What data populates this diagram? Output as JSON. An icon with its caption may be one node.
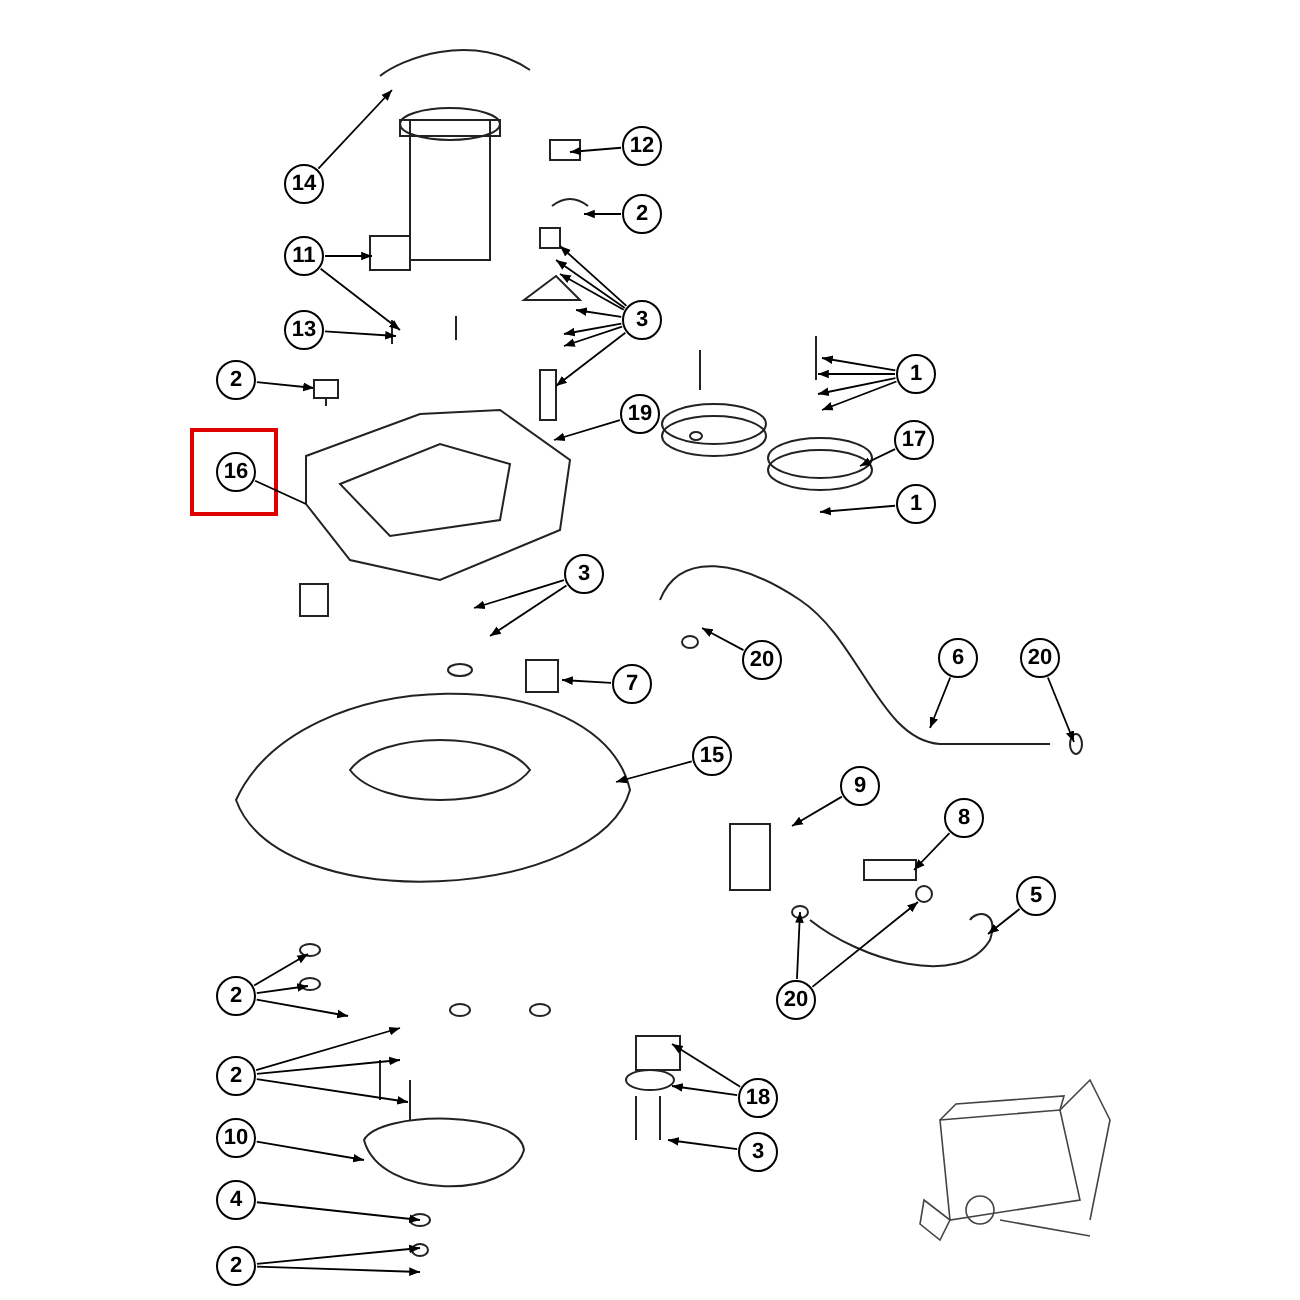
{
  "diagram": {
    "nodes": [
      {
        "text": [
          "14"
        ]
      },
      {
        "text": [
          "12"
        ]
      },
      {
        "text": [
          "2"
        ]
      },
      {
        "text": [
          "11"
        ]
      },
      {
        "text": [
          "13"
        ]
      },
      {
        "text": [
          "3"
        ]
      },
      {
        "text": [
          "1"
        ]
      },
      {
        "text": [
          "2"
        ]
      },
      {
        "text": [
          "19"
        ]
      },
      {
        "text": [
          "17"
        ]
      },
      {
        "text": [
          "16"
        ]
      },
      {
        "text": [
          "1"
        ]
      },
      {
        "text": [
          "3"
        ]
      },
      {
        "text": [
          "7"
        ]
      },
      {
        "text": [
          "20"
        ]
      },
      {
        "text": [
          "6"
        ]
      },
      {
        "text": [
          "20"
        ]
      },
      {
        "text": [
          "15"
        ]
      },
      {
        "text": [
          "9"
        ]
      },
      {
        "text": [
          "8"
        ]
      },
      {
        "text": [
          "5"
        ]
      },
      {
        "text": [
          "2"
        ]
      },
      {
        "text": [
          "20"
        ]
      },
      {
        "text": [
          "2"
        ]
      },
      {
        "text": [
          "18"
        ]
      },
      {
        "text": [
          "10"
        ]
      },
      {
        "text": [
          "3"
        ]
      },
      {
        "text": [
          "4"
        ]
      },
      {
        "text": [
          "2"
        ]
      },
      {
        "text": [],
        "shape": "picture"
      }
    ],
    "edges": [
      {
        "from": 0,
        "to": null,
        "arrow": "to"
      },
      {
        "from": 1,
        "to": null,
        "arrow": "to"
      },
      {
        "from": 2,
        "to": null,
        "arrow": "to"
      },
      {
        "from": 3,
        "to": null,
        "arrow": "to"
      },
      {
        "from": 3,
        "to": null,
        "arrow": "to"
      },
      {
        "from": 4,
        "to": null,
        "arrow": "to"
      },
      {
        "from": 5,
        "to": null,
        "arrow": "to"
      },
      {
        "from": 5,
        "to": null,
        "arrow": "to"
      },
      {
        "from": 5,
        "to": null,
        "arrow": "to"
      },
      {
        "from": 5,
        "to": null,
        "arrow": "to"
      },
      {
        "from": 5,
        "to": null,
        "arrow": "to"
      },
      {
        "from": 5,
        "to": null,
        "arrow": "to"
      },
      {
        "from": 5,
        "to": null,
        "arrow": "to"
      },
      {
        "from": 6,
        "to": null,
        "arrow": "to"
      },
      {
        "from": 6,
        "to": null,
        "arrow": "to"
      },
      {
        "from": 6,
        "to": null,
        "arrow": "to"
      },
      {
        "from": 6,
        "to": null,
        "arrow": "to"
      },
      {
        "from": 7,
        "to": 29,
        "arrow": "to"
      },
      {
        "from": 8,
        "to": null,
        "arrow": "to"
      },
      {
        "from": 9,
        "to": null,
        "arrow": "to"
      },
      {
        "from": 10,
        "to": null,
        "arrow": "none"
      },
      {
        "from": 11,
        "to": null,
        "arrow": "to"
      },
      {
        "from": 12,
        "to": null,
        "arrow": "to"
      },
      {
        "from": 12,
        "to": null,
        "arrow": "to"
      },
      {
        "from": 13,
        "to": null,
        "arrow": "to"
      },
      {
        "from": 14,
        "to": null,
        "arrow": "to"
      },
      {
        "from": 15,
        "to": null,
        "arrow": "to"
      },
      {
        "from": 16,
        "to": null,
        "arrow": "to"
      },
      {
        "from": 17,
        "to": null,
        "arrow": "to"
      },
      {
        "from": 18,
        "to": null,
        "arrow": "to"
      },
      {
        "from": 19,
        "to": null,
        "arrow": "to"
      },
      {
        "from": 20,
        "to": null,
        "arrow": "to"
      },
      {
        "from": 21,
        "to": null,
        "arrow": "to"
      },
      {
        "from": 21,
        "to": null,
        "arrow": "to"
      },
      {
        "from": 21,
        "to": null,
        "arrow": "to"
      },
      {
        "from": 22,
        "to": null,
        "arrow": "to"
      },
      {
        "from": 22,
        "to": null,
        "arrow": "to"
      },
      {
        "from": 23,
        "to": null,
        "arrow": "to"
      },
      {
        "from": 23,
        "to": null,
        "arrow": "to"
      },
      {
        "from": 23,
        "to": null,
        "arrow": "to"
      },
      {
        "from": 24,
        "to": null,
        "arrow": "to"
      },
      {
        "from": 24,
        "to": null,
        "arrow": "to"
      },
      {
        "from": 25,
        "to": null,
        "arrow": "to"
      },
      {
        "from": 26,
        "to": null,
        "arrow": "to"
      },
      {
        "from": 27,
        "to": null,
        "arrow": "to"
      },
      {
        "from": 28,
        "to": null,
        "arrow": "to"
      },
      {
        "from": 28,
        "to": null,
        "arrow": "to"
      }
    ]
  }
}
